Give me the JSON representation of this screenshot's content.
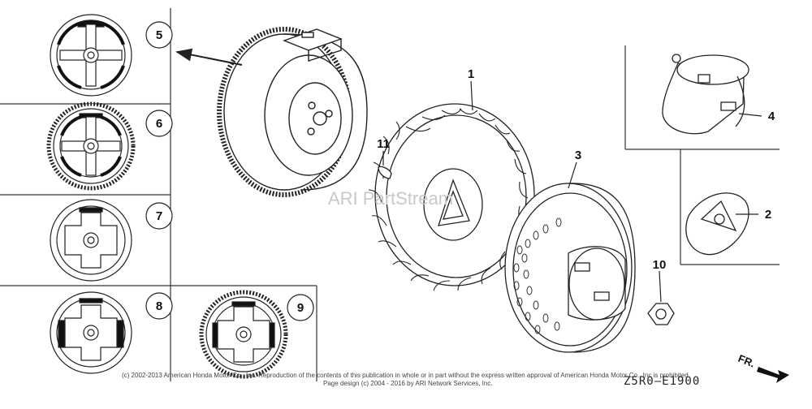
{
  "callouts": {
    "c1": "1",
    "c2": "2",
    "c3": "3",
    "c4": "4",
    "c5": "5",
    "c6": "6",
    "c7": "7",
    "c8": "8",
    "c9": "9",
    "c10": "10",
    "c11": "11"
  },
  "watermark": "ARI PartStream",
  "front_marker": "FR.",
  "diagram_code": "Z5R0—E1900",
  "footer": {
    "line1": "(c) 2002-2013 American Honda Motor Co., Inc. Reproduction of the contents of this publication in whole or in part without the express written approval of American Honda Motor Co., Inc is prohibited.",
    "line2": "Page design (c) 2004 - 2016 by ARI Network Services, Inc."
  },
  "colors": {
    "line": "#222222",
    "fill": "#ffffff",
    "watermark": "#c8c8c8"
  }
}
